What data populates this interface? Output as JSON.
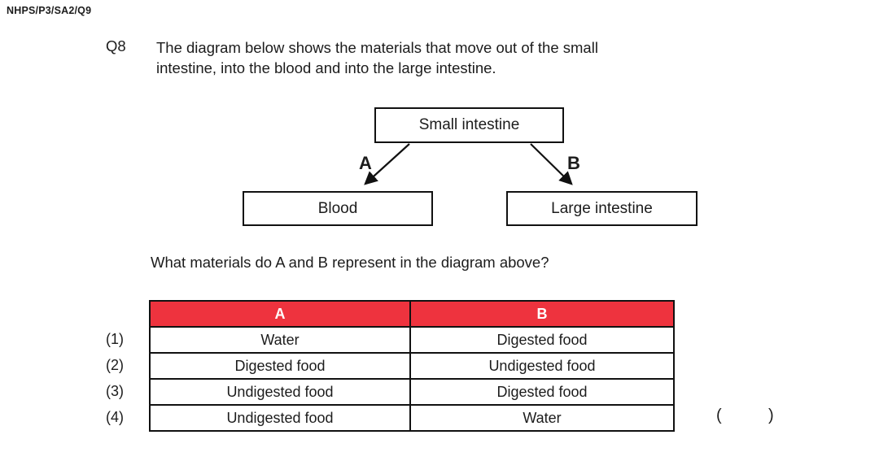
{
  "header": {
    "ref_code": "NHPS/P3/SA2/Q9"
  },
  "question": {
    "number": "Q8",
    "line1": "The diagram below shows the materials that move out of the small",
    "line2": "intestine, into the blood and into the large intestine.",
    "prompt": "What materials do A and B represent in the diagram above?"
  },
  "diagram": {
    "top_box": "Small intestine",
    "left_box": "Blood",
    "right_box": "Large intestine",
    "arrow_a_label": "A",
    "arrow_b_label": "B"
  },
  "options_table": {
    "headers": [
      "A",
      "B"
    ],
    "rows": [
      {
        "num": "(1)",
        "a": "Water",
        "b": "Digested food"
      },
      {
        "num": "(2)",
        "a": "Digested food",
        "b": "Undigested food"
      },
      {
        "num": "(3)",
        "a": "Undigested food",
        "b": "Digested food"
      },
      {
        "num": "(4)",
        "a": "Undigested food",
        "b": "Water"
      }
    ]
  },
  "answer": {
    "open": "(",
    "close": ")"
  },
  "colors": {
    "header_red": "#ee333e"
  }
}
